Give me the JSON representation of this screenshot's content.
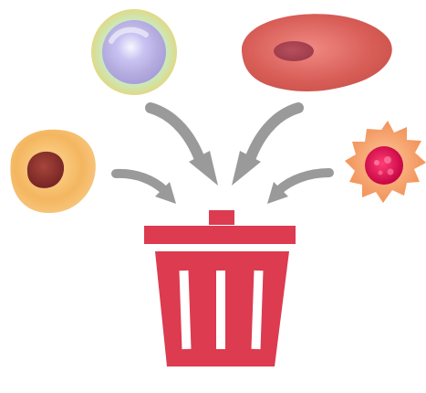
{
  "illustration": {
    "cells": [
      {
        "id": "round-cell-with-halo",
        "icon": "white-cell-icon",
        "color": "#b9b3e6"
      },
      {
        "id": "elongated-red-cell",
        "icon": "red-spindle-cell-icon",
        "color": "#d65b57"
      },
      {
        "id": "yellow-cell-with-nucleus",
        "icon": "yellow-cell-icon",
        "color": "#f4b35d"
      },
      {
        "id": "spiky-orange-cell",
        "icon": "spiky-cell-icon",
        "color": "#f39a63"
      }
    ],
    "arrow_color": "#9a9a9a",
    "trash_color": "#dc3b50",
    "trash_icon": "trash-can-icon"
  }
}
